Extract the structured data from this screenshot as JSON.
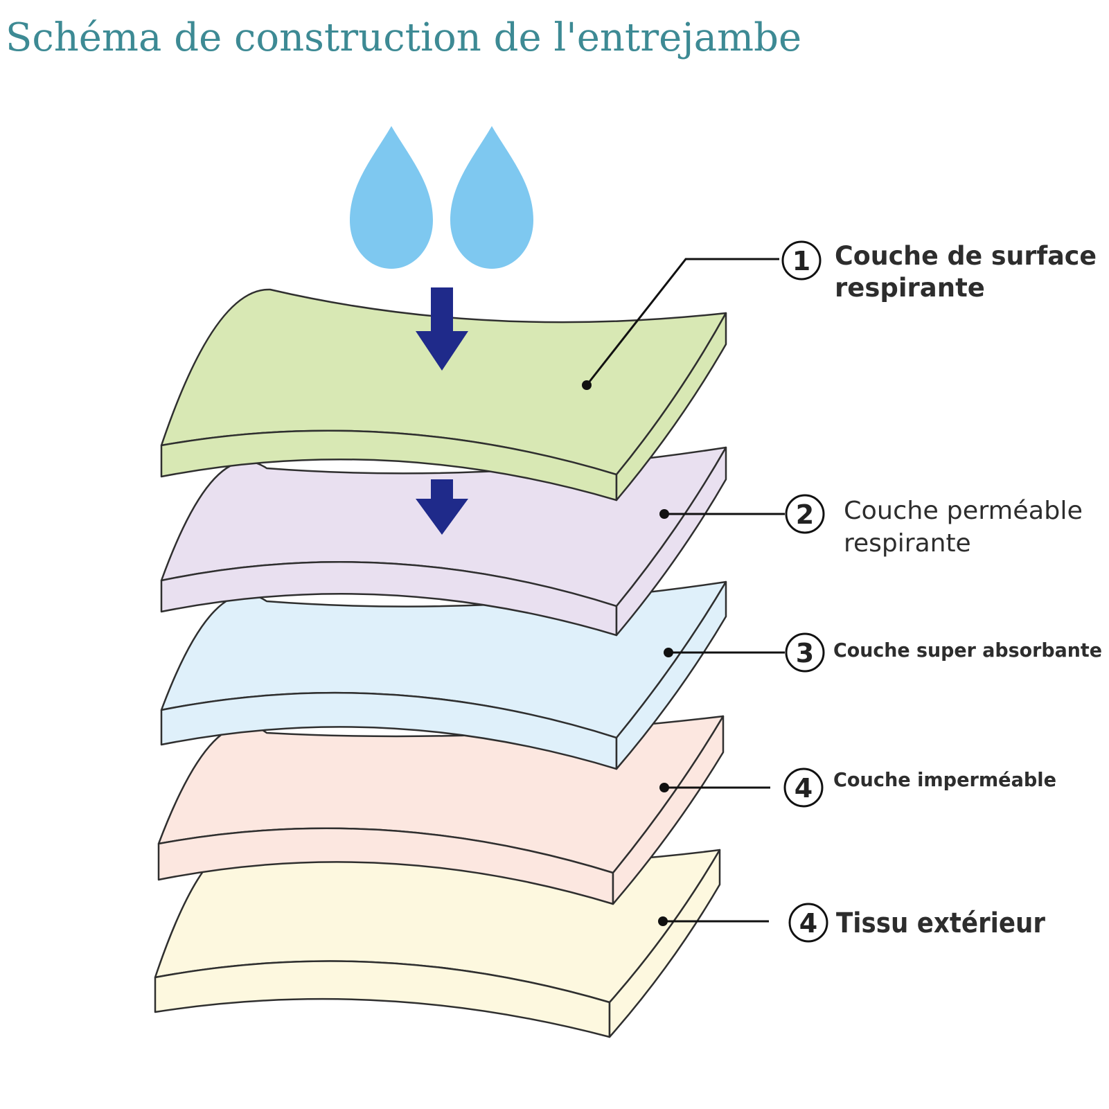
{
  "title": "Schéma de construction de l'entrejambe",
  "icons": {
    "droplet": "water-drop-icon",
    "arrow": "arrow-down-icon"
  },
  "colors": {
    "title": "#3d8a94",
    "droplet": "#7ec8f0",
    "arrow": "#1f2a8a",
    "outline": "#2f2f2f"
  },
  "layers": [
    {
      "number": "1",
      "label_lines": [
        "Couche de surface",
        "respirante"
      ],
      "color": "#d8e8b4"
    },
    {
      "number": "2",
      "label_lines": [
        "Couche perméable",
        "respirante"
      ],
      "color": "#e9e0f0"
    },
    {
      "number": "3",
      "label_lines": [
        "Couche super absorbante"
      ],
      "color": "#dff0fa"
    },
    {
      "number": "4",
      "label_lines": [
        "Couche imperméable"
      ],
      "color": "#fce7e0"
    },
    {
      "number": "4",
      "label_lines": [
        "Tissu extérieur"
      ],
      "color": "#fdf8df"
    }
  ]
}
